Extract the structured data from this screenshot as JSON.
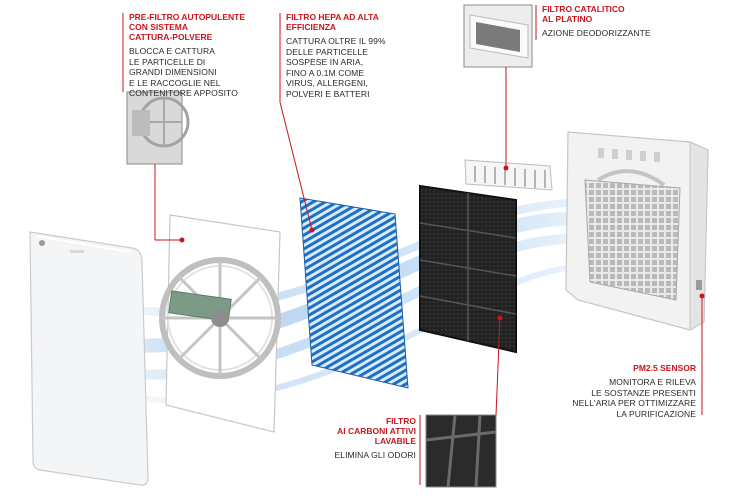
{
  "callouts": {
    "prefilter": {
      "title": "PRE-FILTRO AUTOPULENTE\nCON SISTEMA\nCATTURA-POLVERE",
      "body": "BLOCCA E CATTURA\nLE PARTICELLE DI\nGRANDI DIMENSIONI\nE LE RACCOGLIE NEL\nCONTENITORE APPOSITO"
    },
    "hepa": {
      "title": "FILTRO HEPA AD ALTA\nEFFICIENZA",
      "body": "CATTURA OLTRE IL 99%\nDELLE PARTICELLE\nSOSPESE IN ARIA,\nFINO A 0.1µ COME\nVIRUS, ALLERGENI,\nPOLVERI E BATTERI"
    },
    "catalytic": {
      "title": "FILTRO CATALITICO\nAL PLATINO",
      "body": "AZIONE DEODORIZZANTE"
    },
    "carbon": {
      "title": "FILTRO\nAI CARBONI ATTIVI\nLAVABILE",
      "body": "ELIMINA GLI ODORI"
    },
    "sensor": {
      "title": "PM2.5 SENSOR",
      "body": "MONITORA E RILEVA\nLE SOSTANZE PRESENTI\nNELL'ARIA PER OTTIMIZZARE\nLA PURIFICAZIONE"
    }
  },
  "colors": {
    "accent": "#c8161d",
    "airflow": "#2f7fd4",
    "hepa": "#1e6fc4",
    "carbon": "#1a1a1a"
  }
}
